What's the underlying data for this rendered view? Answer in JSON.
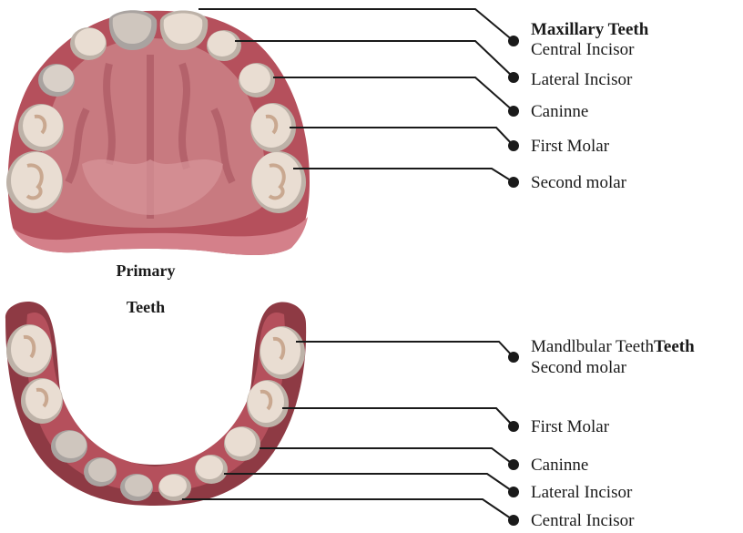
{
  "center_label": {
    "line1": "Primary",
    "line2": "Teeth"
  },
  "maxillary": {
    "heading": "Maxillary Teeth",
    "labels": [
      "Central Incisor",
      "Lateral Incisor",
      "Caninne",
      "First Molar",
      "Second molar"
    ]
  },
  "mandibular": {
    "heading_prefix": "Mandlbular Teeth",
    "heading_bold": "Teeth",
    "labels": [
      "Second molar",
      "First Molar",
      "Caninne",
      "Lateral Incisor",
      "Central Incisor"
    ]
  },
  "colors": {
    "gum_dark": "#8e3a44",
    "gum_mid": "#b5505c",
    "palate": "#c87a80",
    "palate_light": "#d7959a",
    "tooth": "#e9ddd2",
    "tooth_shadow": "#bdb2a8",
    "tooth_grey": "#a9a3a0",
    "leader": "#1a1a1a"
  }
}
